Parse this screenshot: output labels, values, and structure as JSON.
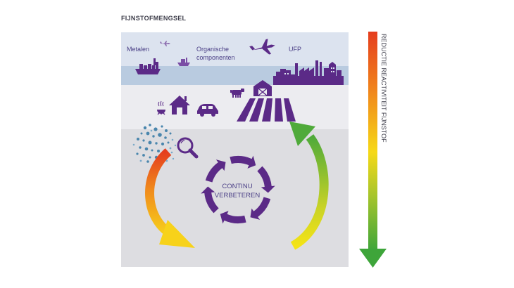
{
  "header": {
    "title": "FIJNSTOFMENGSEL"
  },
  "sources": {
    "metals": "Metalen",
    "organic_line1": "Organische",
    "organic_line2": "componenten",
    "ufp": "UFP"
  },
  "cycle": {
    "line1": "CONTINU",
    "line2": "VERBETEREN"
  },
  "scale": {
    "label": "REDUCTIE REACTIVITEIT FIJNSTOF"
  },
  "colors": {
    "sky": "#dce3ef",
    "water": "#b9cbe0",
    "land_light": "#ececf0",
    "land_dark": "#dddde1",
    "purple": "#5b2a87",
    "red": "#e53d1e",
    "yellow": "#f4dd11",
    "green": "#4faa3a",
    "particle_blue": "#4a86ad"
  },
  "icons": [
    "plane-icon",
    "ship-icon",
    "factory-icon",
    "barn-icon",
    "cow-icon",
    "bbq-icon",
    "house-icon",
    "car-icon",
    "field-icon",
    "particles-icon",
    "magnifier-icon",
    "cycle-arrows-icon",
    "gradient-arrow-icon"
  ]
}
